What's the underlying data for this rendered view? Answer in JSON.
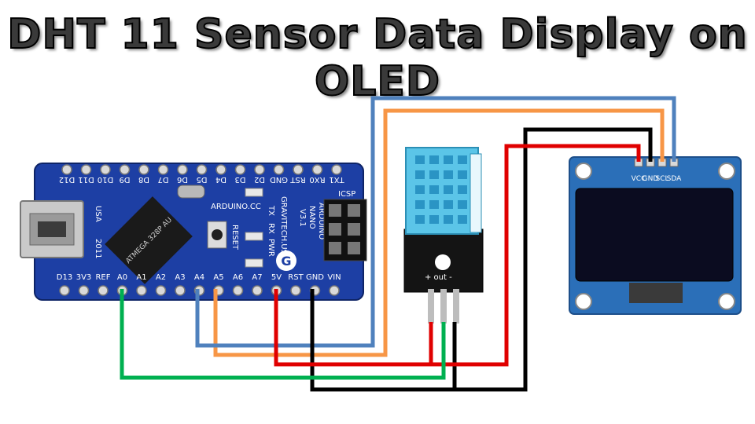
{
  "title": "DHT 11 Sensor Data Display on OLED",
  "colors": {
    "wire_blue": "#4f81bd",
    "wire_orange": "#f79646",
    "wire_red": "#e00000",
    "wire_black": "#000000",
    "wire_green": "#00b050",
    "board_blue": "#1d3fa4",
    "oled_blue": "#2b6fb8",
    "sensor_blue": "#5bc5e8"
  },
  "arduino": {
    "top_pins": [
      "TX1",
      "RX0",
      "RST",
      "GND",
      "D2",
      "D3",
      "D4",
      "D5",
      "D6",
      "D7",
      "D8",
      "D9",
      "D10",
      "D11",
      "D12"
    ],
    "bottom_pins": [
      "D13",
      "3V3",
      "REF",
      "A0",
      "A1",
      "A2",
      "A3",
      "A4",
      "A5",
      "A6",
      "A7",
      "5V",
      "RST",
      "GND",
      "VIN"
    ],
    "brand": "ARDUINO.CC",
    "model_lines": [
      "ARDUINO",
      "NANO",
      "V3.1"
    ],
    "maker": "GRAVITECH.US",
    "icsp": "ICSP",
    "reset": "RESET",
    "tx": "TX",
    "rx": "RX",
    "pwr": "PWR",
    "country": "USA",
    "year": "2011",
    "chip_text": "ATMEGA 328P AU",
    "logo": "G"
  },
  "sensor": {
    "pins": "+ out -"
  },
  "oled": {
    "pins": [
      "VCC",
      "GND",
      "SCL",
      "SDA"
    ]
  }
}
